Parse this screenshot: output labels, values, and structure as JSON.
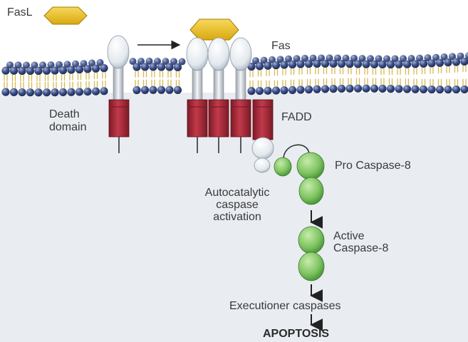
{
  "labels": {
    "fasl": "FasL",
    "fas": "Fas",
    "death_domain_line1": "Death",
    "death_domain_line2": "domain",
    "fadd": "FADD",
    "pro_caspase": "Pro Caspase-8",
    "autocatalytic_line1": "Autocatalytic",
    "autocatalytic_line2": "caspase",
    "autocatalytic_line3": "activation",
    "active_line1": "Active",
    "active_line2": "Caspase-8",
    "executioner": "Executioner caspases",
    "apoptosis": "APOPTOSIS"
  },
  "colors": {
    "background": "#ffffff",
    "cytoplasm": "#e9ecf1",
    "lipid_head": "#3c4f86",
    "lipid_tail": "#e0c468",
    "ligand": "#f0c419",
    "receptor_ellipse": "#edf1f5",
    "death_domain": "#b4303f",
    "fadd_blob": "#eef2f4",
    "caspase": "#7fc461"
  }
}
